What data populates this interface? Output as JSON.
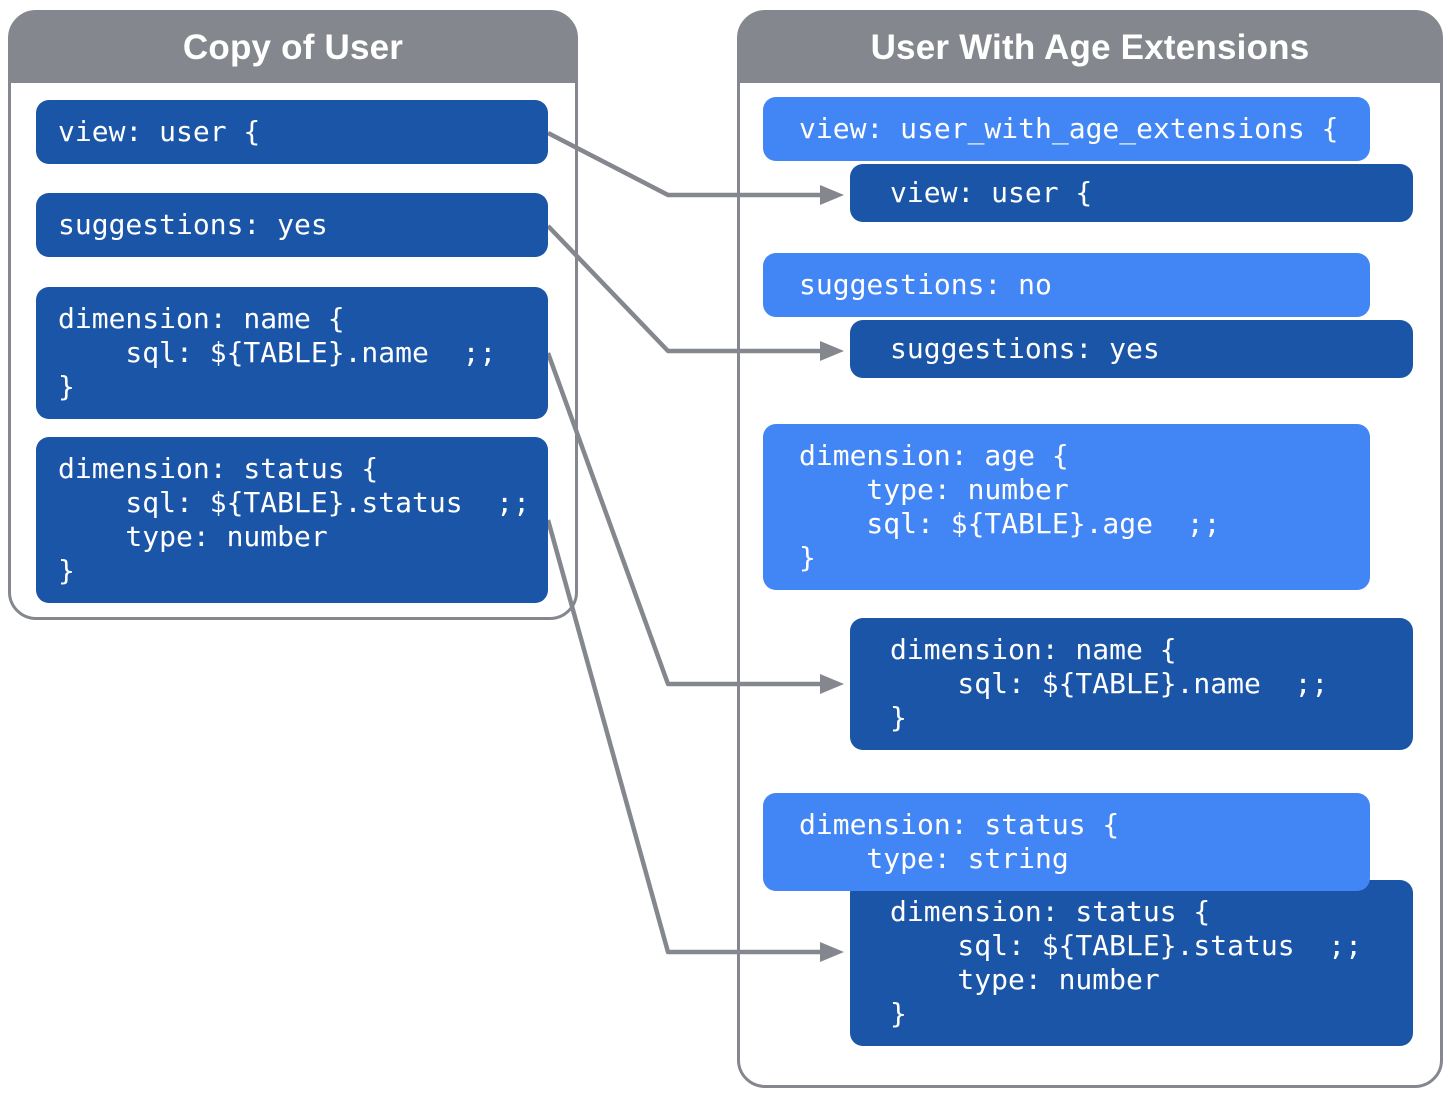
{
  "diagram_title": "LookML view extension diagram",
  "colors": {
    "base_block_blue": "#1A55A8",
    "extension_block_blue": "#4285F4",
    "frame_gray": "#84888E",
    "arrow_gray": "#84888E",
    "text_white": "#FFFFFF"
  },
  "panels": {
    "left": {
      "title": "Copy of User",
      "blocks": [
        {
          "id": "view-user",
          "style": "dark",
          "code": "view: user {"
        },
        {
          "id": "suggestions-yes",
          "style": "dark",
          "code": "suggestions: yes"
        },
        {
          "id": "dimension-name",
          "style": "dark",
          "code": "dimension: name {\n    sql: ${TABLE}.name  ;;\n}"
        },
        {
          "id": "dimension-status",
          "style": "dark",
          "code": "dimension: status {\n    sql: ${TABLE}.status  ;;\n    type: number\n}"
        }
      ]
    },
    "right": {
      "title": "User With Age Extensions",
      "blocks": [
        {
          "id": "view-user-with-age-extensions",
          "style": "light",
          "code": "view: user_with_age_extensions {"
        },
        {
          "id": "view-user-inherited",
          "style": "dark",
          "code": "view: user {"
        },
        {
          "id": "suggestions-no",
          "style": "light",
          "code": "suggestions: no"
        },
        {
          "id": "suggestions-yes-inherited",
          "style": "dark",
          "code": "suggestions: yes"
        },
        {
          "id": "dimension-age",
          "style": "light",
          "code": "dimension: age {\n    type: number\n    sql: ${TABLE}.age  ;;\n}"
        },
        {
          "id": "dimension-name-inherited",
          "style": "dark",
          "code": "dimension: name {\n    sql: ${TABLE}.name  ;;\n}"
        },
        {
          "id": "dimension-status-override",
          "style": "light",
          "code": "dimension: status {\n    type: string"
        },
        {
          "id": "dimension-status-inherited",
          "style": "dark",
          "code": "dimension: status {\n    sql: ${TABLE}.status  ;;\n    type: number\n}"
        }
      ]
    }
  },
  "arrows": [
    {
      "from": "left.view-user",
      "to": "right.view-user-inherited"
    },
    {
      "from": "left.suggestions-yes",
      "to": "right.suggestions-yes-inherited"
    },
    {
      "from": "left.dimension-name",
      "to": "right.dimension-name-inherited"
    },
    {
      "from": "left.dimension-status",
      "to": "right.dimension-status-inherited"
    }
  ]
}
